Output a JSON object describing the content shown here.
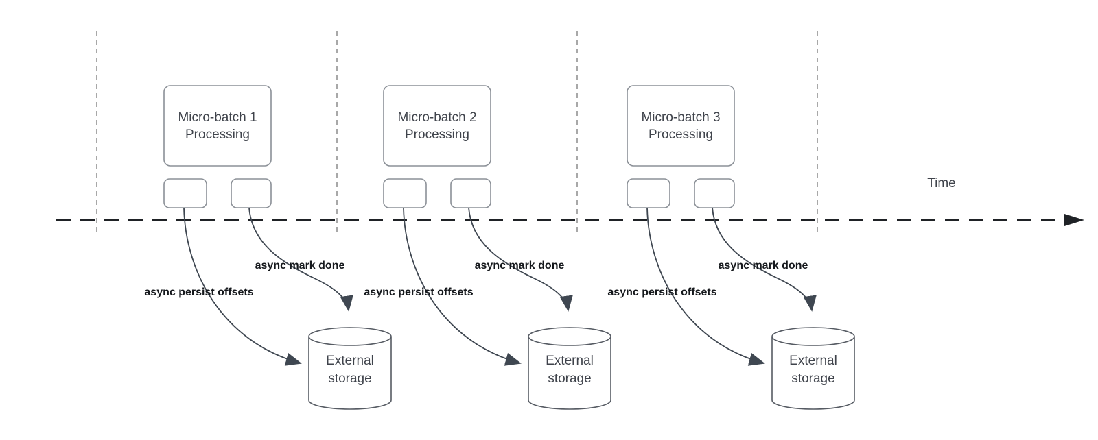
{
  "diagram": {
    "time_axis": {
      "label": "Time"
    },
    "sections": [
      {
        "box_label": "Micro-batch 1 Processing",
        "persist_arrow_label": "async persist offsets",
        "done_arrow_label": "async mark done",
        "storage_label": "External storage"
      },
      {
        "box_label": "Micro-batch 2 Processing",
        "persist_arrow_label": "async persist offsets",
        "done_arrow_label": "async mark done",
        "storage_label": "External storage"
      },
      {
        "box_label": "Micro-batch 3 Processing",
        "persist_arrow_label": "async persist offsets",
        "done_arrow_label": "async mark done",
        "storage_label": "External storage"
      }
    ],
    "colors": {
      "timeline_stroke": "#1f2226",
      "gridline_stroke": "#a8a8a8",
      "node_stroke": "#8b9097",
      "cylinder_stroke": "#565b63",
      "arrow_stroke": "#3f4751",
      "node_text": "#3f434b",
      "arrow_label_text": "#15181c"
    }
  }
}
